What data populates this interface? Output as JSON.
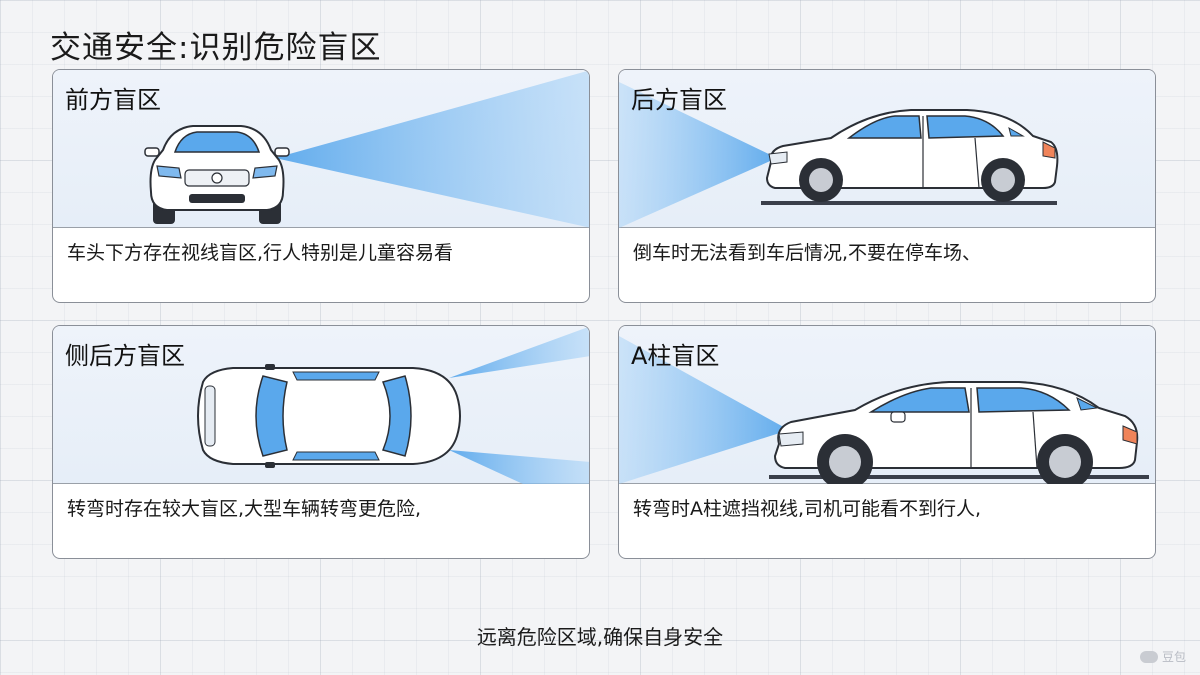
{
  "title": "交通安全:识别危险盲区",
  "cards": [
    {
      "title": "前方盲区",
      "description": "车头下方存在视线盲区,行人特别是儿童容易看",
      "icon": "car-front-view-icon"
    },
    {
      "title": "后方盲区",
      "description": "倒车时无法看到车后情况,不要在停车场、",
      "icon": "car-side-view-icon"
    },
    {
      "title": "侧后方盲区",
      "description": "转弯时存在较大盲区,大型车辆转弯更危险,",
      "icon": "car-top-view-icon"
    },
    {
      "title": "A柱盲区",
      "description": "转弯时A柱遮挡视线,司机可能看不到行人,",
      "icon": "car-side-view-icon"
    }
  ],
  "footer": "远离危险区域,确保自身安全",
  "watermark": "豆包",
  "colors": {
    "blind_zone": "#8cc4f5",
    "car_body": "#ffffff",
    "car_window": "#5aa8ec",
    "outline": "#2b2f36",
    "ground": "#3a3f4a"
  }
}
